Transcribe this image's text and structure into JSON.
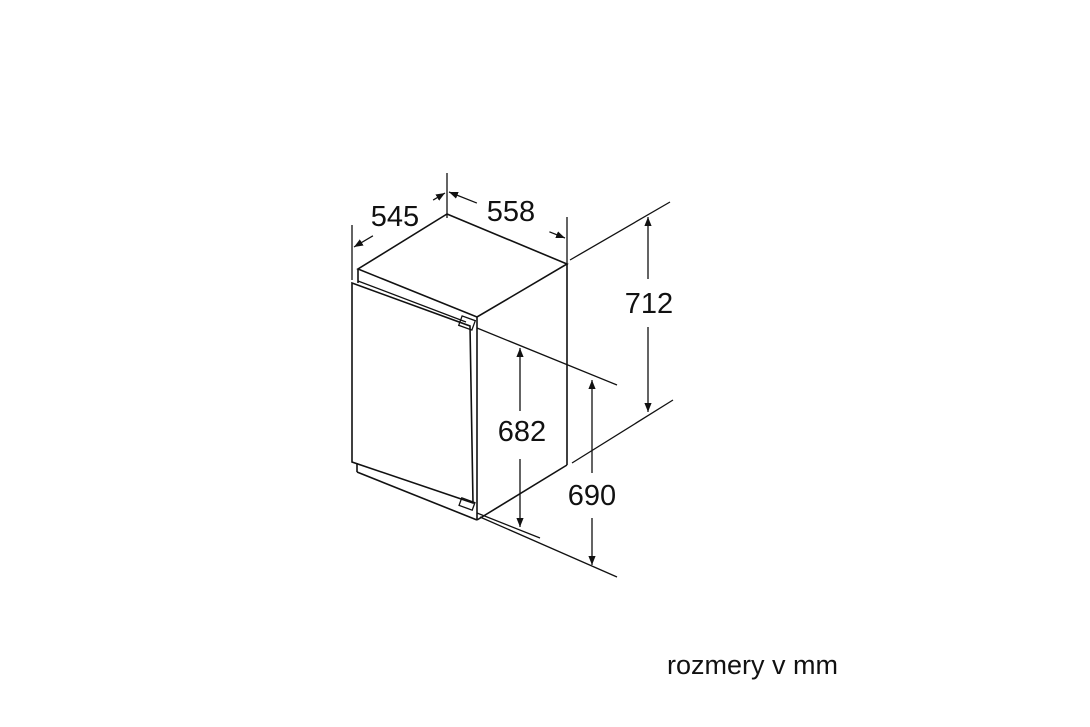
{
  "dimensions": {
    "depth": "545",
    "width": "558",
    "height_total": "712",
    "height_682": "682",
    "height_690": "690"
  },
  "caption": "rozmery v mm"
}
